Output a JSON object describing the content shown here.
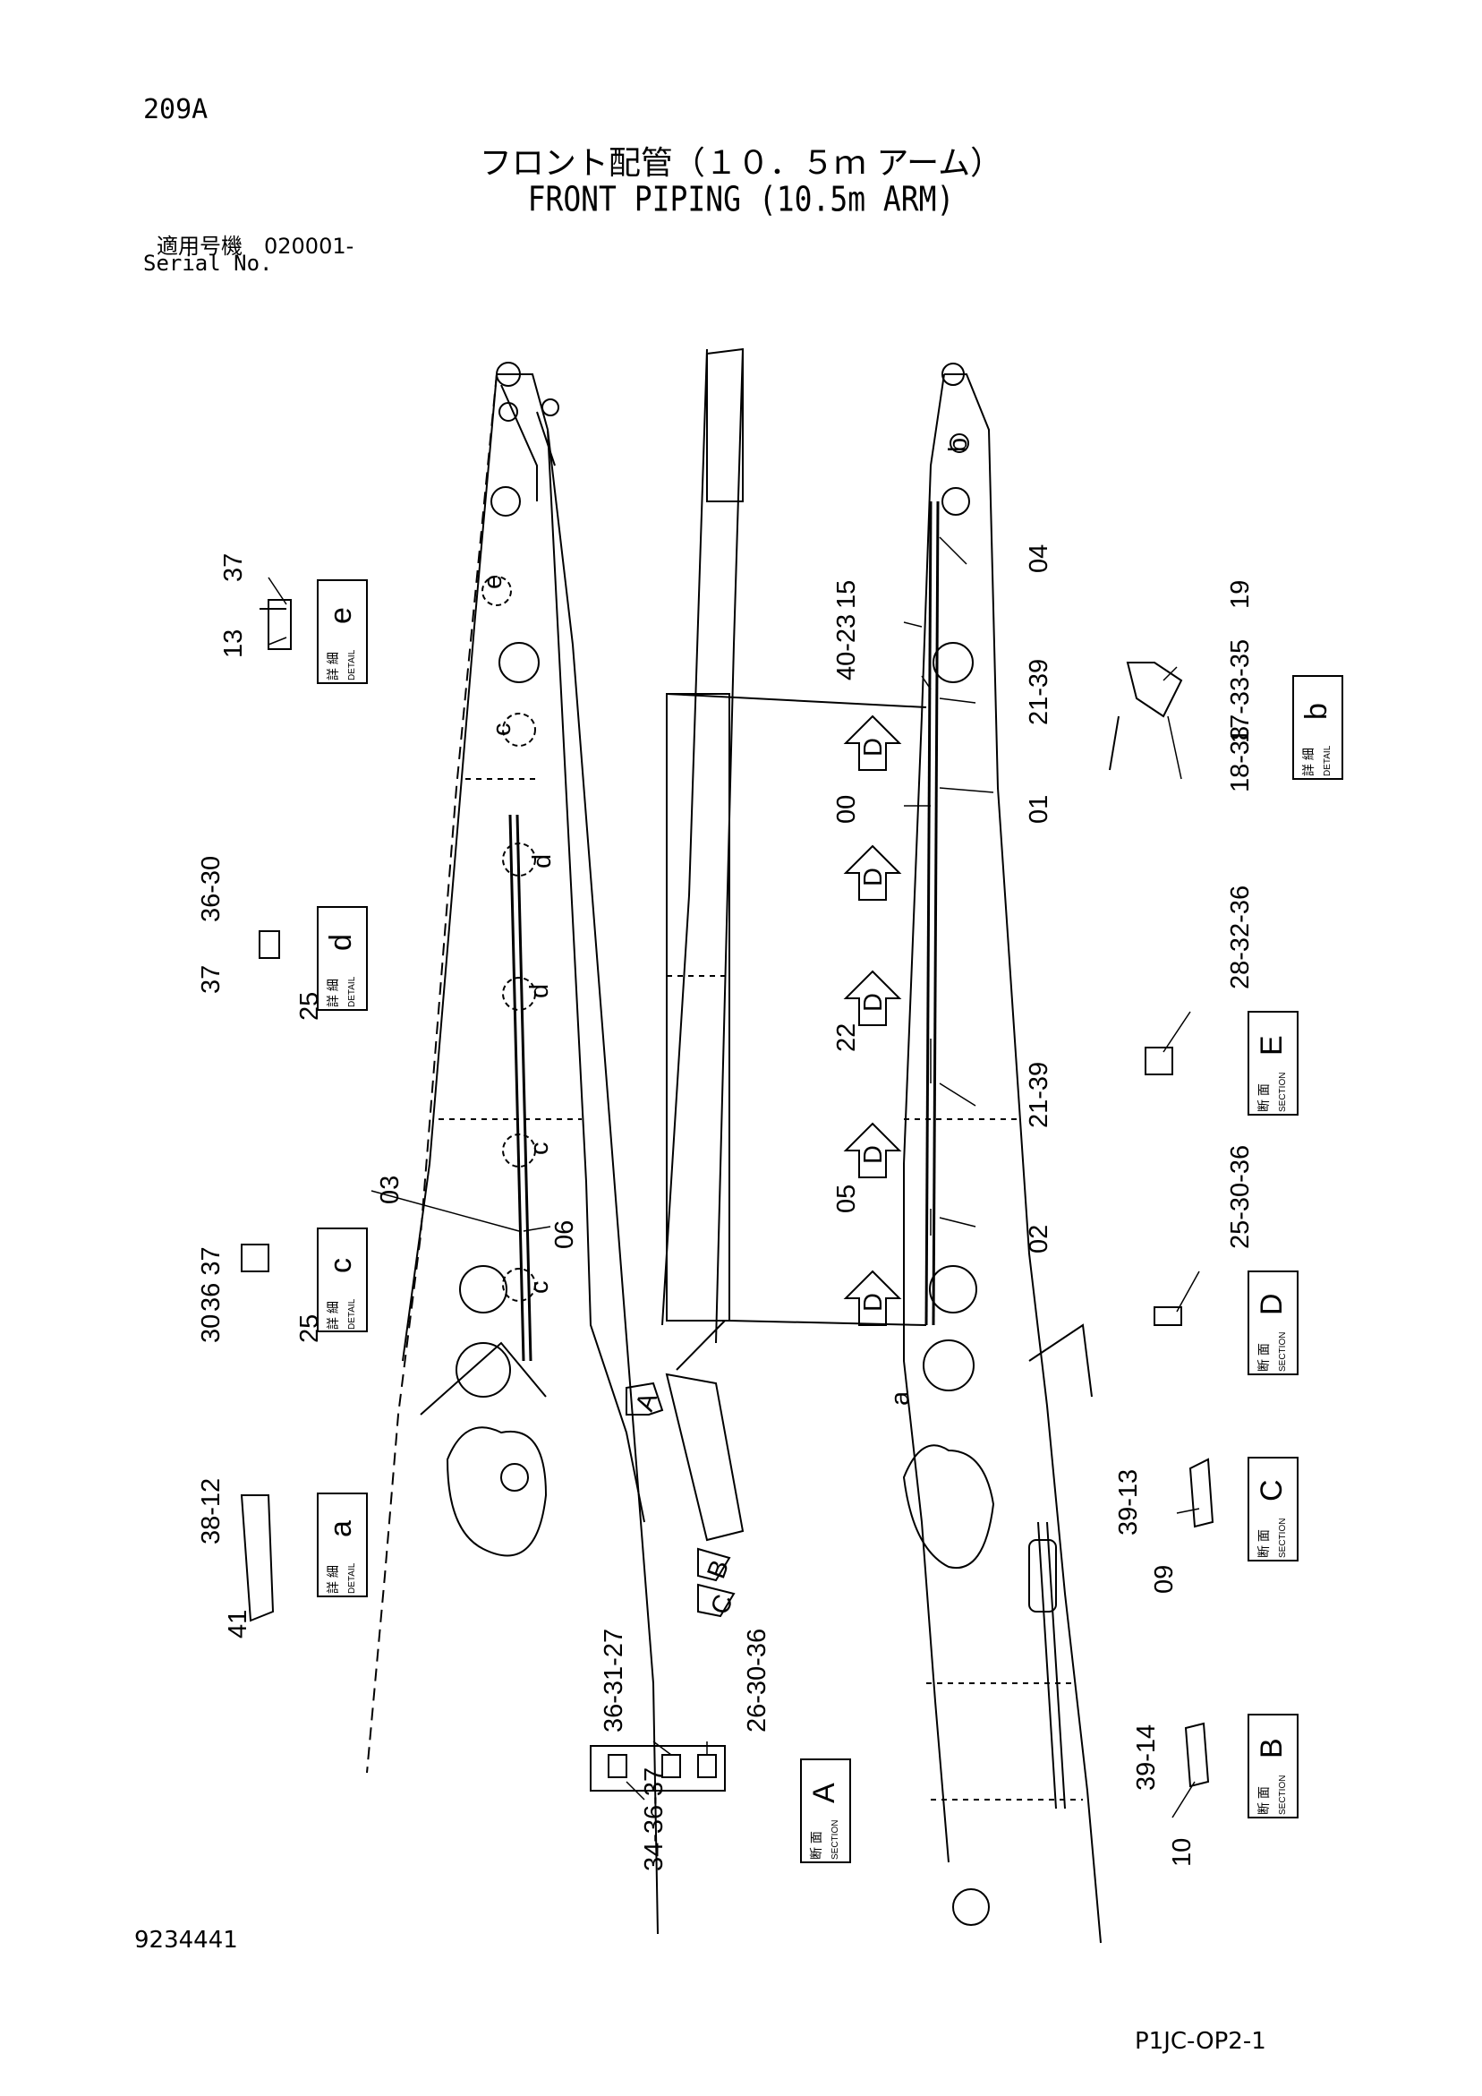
{
  "page_code": "209A",
  "title_jp": "フロント配管（１０．５ｍ アーム）",
  "title_en": "FRONT PIPING (10.5m ARM)",
  "serial_label_jp": "適用号機　020001-",
  "serial_label_en": "Serial No.",
  "doc_number": "9234441",
  "sheet_code": "P1JC-OP2-1",
  "detail_boxes": [
    {
      "id": "e",
      "jp": "詳 細",
      "en": "DETAIL",
      "letter": "e"
    },
    {
      "id": "d",
      "jp": "詳 細",
      "en": "DETAIL",
      "letter": "d"
    },
    {
      "id": "c",
      "jp": "詳 細",
      "en": "DETAIL",
      "letter": "c"
    },
    {
      "id": "a",
      "jp": "詳 細",
      "en": "DETAIL",
      "letter": "a"
    },
    {
      "id": "b",
      "jp": "詳 細",
      "en": "DETAIL",
      "letter": "b"
    }
  ],
  "section_boxes": [
    {
      "id": "E",
      "jp": "断 面",
      "en": "SECTION",
      "letter": "E"
    },
    {
      "id": "D",
      "jp": "断 面",
      "en": "SECTION",
      "letter": "D"
    },
    {
      "id": "C",
      "jp": "断 面",
      "en": "SECTION",
      "letter": "C"
    },
    {
      "id": "B",
      "jp": "断 面",
      "en": "SECTION",
      "letter": "B"
    },
    {
      "id": "A",
      "jp": "断 面",
      "en": "SECTION",
      "letter": "A"
    }
  ],
  "part_labels": [
    "37",
    "13",
    "36-30",
    "37",
    "25",
    "36 37",
    "30",
    "25",
    "38-12",
    "41",
    "15",
    "04",
    "40-23",
    "21-39",
    "00",
    "01",
    "22",
    "21-39",
    "05",
    "02",
    "03",
    "06",
    "19",
    "17-33-35",
    "18-38",
    "28-32-36",
    "25-30-36",
    "39-13",
    "09",
    "39-14",
    "10",
    "36-31-27",
    "26-30-36",
    "34-36-37"
  ],
  "view_markers": [
    "e",
    "c",
    "d",
    "d",
    "c",
    "c",
    "a",
    "b",
    "D",
    "D",
    "D",
    "D",
    "D",
    "A",
    "B",
    "C"
  ]
}
